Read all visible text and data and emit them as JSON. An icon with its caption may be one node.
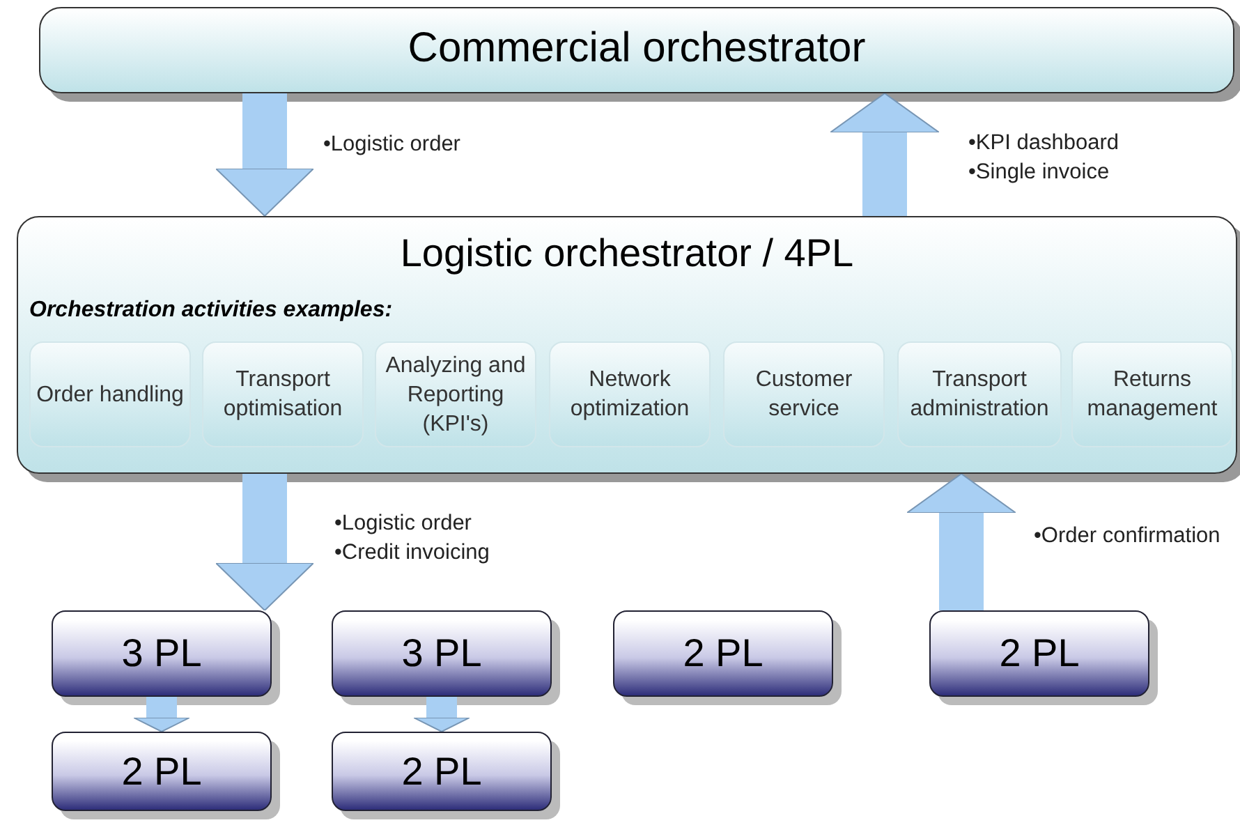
{
  "diagram": {
    "nodes": [
      {
        "text": [
          "Commercial orchestrator"
        ]
      },
      {
        "text": [
          "Logistic orchestrator / 4PL",
          "Orchestration activities examples:"
        ]
      },
      {
        "text": [
          "Order handling"
        ],
        "in": 1
      },
      {
        "text": [
          "Transport optimisation"
        ],
        "in": 1
      },
      {
        "text": [
          "Analyzing and Reporting (KPI's)"
        ],
        "in": 1
      },
      {
        "text": [
          "Network optimization"
        ],
        "in": 1
      },
      {
        "text": [
          "Customer service"
        ],
        "in": 1
      },
      {
        "text": [
          "Transport administration"
        ],
        "in": 1
      },
      {
        "text": [
          "Returns management"
        ],
        "in": 1
      },
      {
        "text": [
          "3 PL"
        ]
      },
      {
        "text": [
          "3 PL"
        ]
      },
      {
        "text": [
          "2 PL"
        ]
      },
      {
        "text": [
          "2 PL"
        ]
      },
      {
        "text": [
          "2 PL"
        ]
      },
      {
        "text": [
          "2 PL"
        ]
      }
    ],
    "edges": [
      {
        "from": 0,
        "to": 1,
        "arrow": "to",
        "label": "•Logistic order"
      },
      {
        "from": 1,
        "to": 0,
        "arrow": "to",
        "label": "•KPI dashboard •Single invoice"
      },
      {
        "from": 1,
        "to": 9,
        "arrow": "to",
        "label": "•Logistic order •Credit invoicing"
      },
      {
        "from": 12,
        "to": 1,
        "arrow": "to",
        "label": "•Order confirmation"
      },
      {
        "from": 9,
        "to": 13,
        "arrow": "to"
      },
      {
        "from": 10,
        "to": 14,
        "arrow": "to"
      }
    ]
  }
}
